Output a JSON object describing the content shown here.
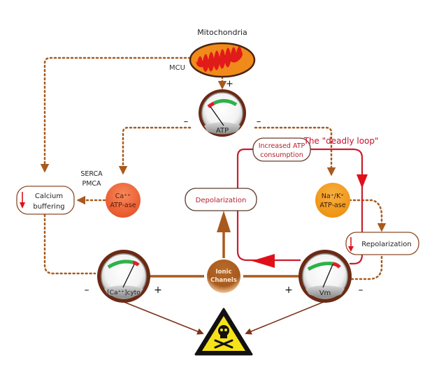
{
  "title": "The \"deadly loop\"",
  "colors": {
    "brown": "#a85a1e",
    "dark_brown": "#5a2a12",
    "red": "#d21f2a",
    "dark_red": "#b5202e",
    "orange": "#f39a1e",
    "coral": "#ef6a3a",
    "gauge_green": "#2db24a",
    "gauge_red": "#e01f26",
    "warning_yellow": "#f7e21a"
  },
  "nodes": {
    "mitochondria": {
      "label": "Mitochondria",
      "mcu_label": "MCU",
      "sign": "+"
    },
    "atp_gauge": {
      "label": "ATP",
      "sign_left": "–",
      "sign_right": "–"
    },
    "increased_atp": {
      "line1": "Increased ATP",
      "line2": "consumption"
    },
    "calcium_buffering": {
      "line1": "Calcium",
      "line2": "buffering"
    },
    "serca_pmca": {
      "line1": "SERCA",
      "line2": "PMCA"
    },
    "ca_atpase": {
      "line1": "Ca⁺⁺",
      "line2": "ATP-ase"
    },
    "depolarization": {
      "label": "Depolarization"
    },
    "na_k_atpase": {
      "line1": "Na⁺/K⁺",
      "line2": "ATP-ase"
    },
    "repolarization": {
      "label": "Repolarization"
    },
    "ca_gauge": {
      "label": "[Ca⁺⁺]cyto",
      "sign_left": "–",
      "sign_right": "+"
    },
    "ionic_channels": {
      "line1": "Ionic",
      "line2": "Chanels"
    },
    "vm_gauge": {
      "label": "Vm",
      "sign_left": "+",
      "sign_right": "–"
    },
    "hazard": {
      "icon": "skull-crossbones-warning"
    }
  }
}
